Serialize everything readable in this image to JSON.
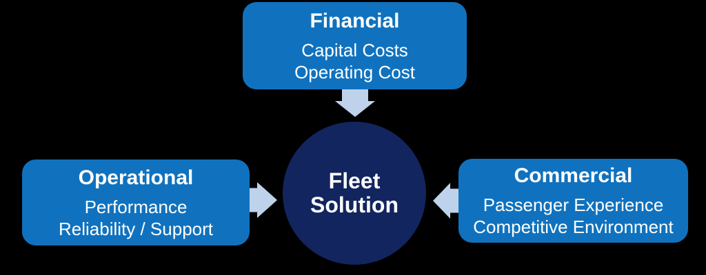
{
  "colors": {
    "background": "#000000",
    "box_blue": "#1072BE",
    "circle_navy": "#12255F",
    "arrow_blue": "#BFD2EB",
    "text": "#FFFFFF"
  },
  "center": {
    "lines": [
      "Fleet",
      "Solution"
    ]
  },
  "boxes": {
    "financial": {
      "title": "Financial",
      "lines": [
        "Capital Costs",
        "Operating Cost"
      ]
    },
    "operational": {
      "title": "Operational",
      "lines": [
        "Performance",
        "Reliability / Support"
      ]
    },
    "commercial": {
      "title": "Commercial",
      "lines": [
        "Passenger Experience",
        "Competitive Environment"
      ]
    }
  },
  "icons": {
    "financial_arrow": "arrow-down-icon",
    "operational_arrow": "arrow-right-icon",
    "commercial_arrow": "arrow-left-icon"
  }
}
